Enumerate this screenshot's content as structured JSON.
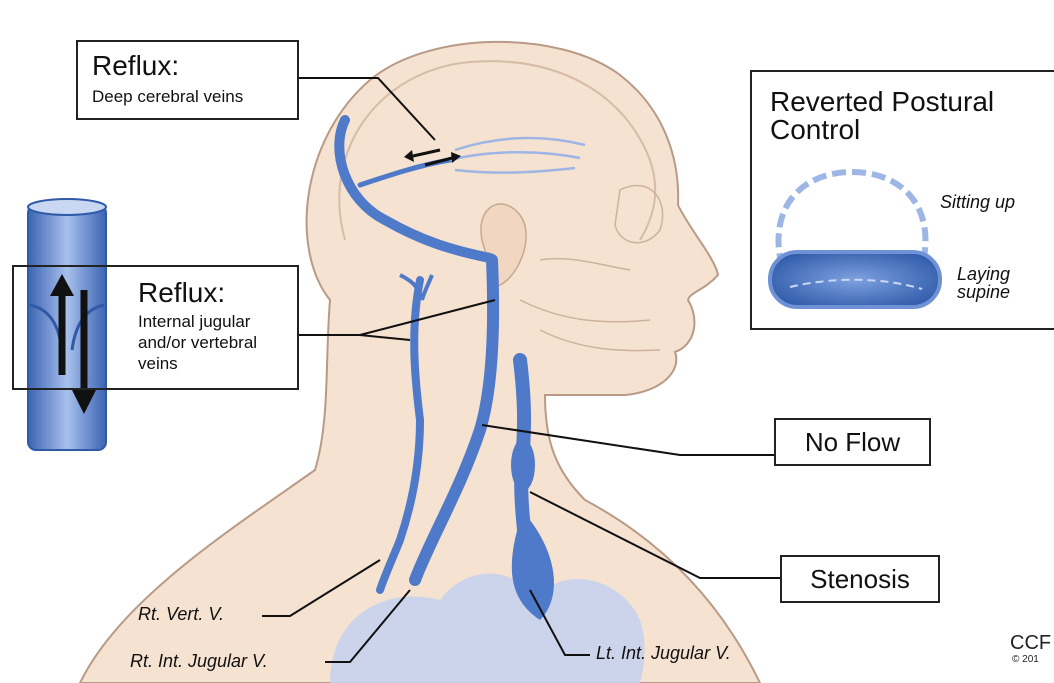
{
  "reflux_cerebral": {
    "title": "Reflux:",
    "text": "Deep cerebral veins"
  },
  "reflux_jugular": {
    "title": "Reflux:",
    "lines": [
      "Internal jugular",
      "and/or vertebral",
      "veins"
    ]
  },
  "postural": {
    "title_lines": [
      "Reverted Postural",
      "Control"
    ],
    "sitting_label": "Sitting up",
    "laying_lines": [
      "Laying",
      "supine"
    ]
  },
  "no_flow_label": "No Flow",
  "stenosis_label": "Stenosis",
  "vessels": {
    "rt_vert": "Rt. Vert. V.",
    "rt_int_jugular": "Rt. Int. Jugular V.",
    "lt_int_jugular": "Lt. Int. Jugular V."
  },
  "credit": {
    "logo": "CCF",
    "copyright": "© 201"
  },
  "colors": {
    "vein_blue": "#4f79c9",
    "vein_light": "#9db6e6",
    "skin": "#f6e2d0",
    "skin_line": "#b99a86",
    "chest_blue": "#c3d1ee",
    "outline": "#222222"
  }
}
